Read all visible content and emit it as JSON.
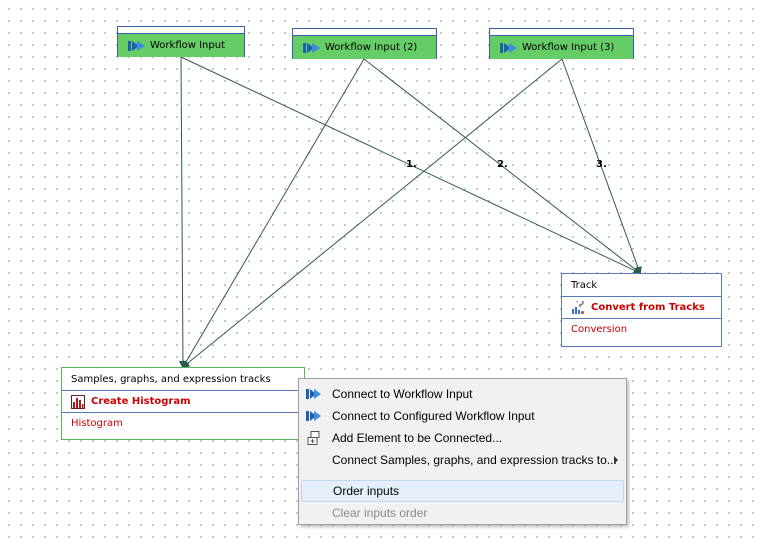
{
  "inputs": [
    {
      "label": "Workflow Input"
    },
    {
      "label": "Workflow Input (2)"
    },
    {
      "label": "Workflow Input (3)"
    }
  ],
  "edge_labels": [
    "1.",
    "2.",
    "3."
  ],
  "histogram_element": {
    "header": "Samples, graphs, and expression tracks",
    "tool": "Create Histogram",
    "output": "Histogram"
  },
  "convert_element": {
    "header": "Track",
    "tool": "Convert from Tracks",
    "output": "Conversion"
  },
  "context_menu": {
    "items": [
      {
        "label": "Connect to Workflow Input",
        "icon": "workflow-input-icon"
      },
      {
        "label": "Connect to Configured Workflow Input",
        "icon": "workflow-input-icon"
      },
      {
        "label": "Add Element to be Connected...",
        "icon": "add-element-icon"
      },
      {
        "label": "Connect Samples, graphs, and expression tracks to...",
        "submenu": true
      },
      {
        "label": "Order inputs",
        "state": "highlighted"
      },
      {
        "label": "Clear inputs order",
        "state": "disabled"
      }
    ]
  },
  "colors": {
    "input_fill": "#66cc66",
    "edge": "#2e5a50",
    "tool_text": "#cc0000",
    "element_border": "#5a7bb5"
  }
}
